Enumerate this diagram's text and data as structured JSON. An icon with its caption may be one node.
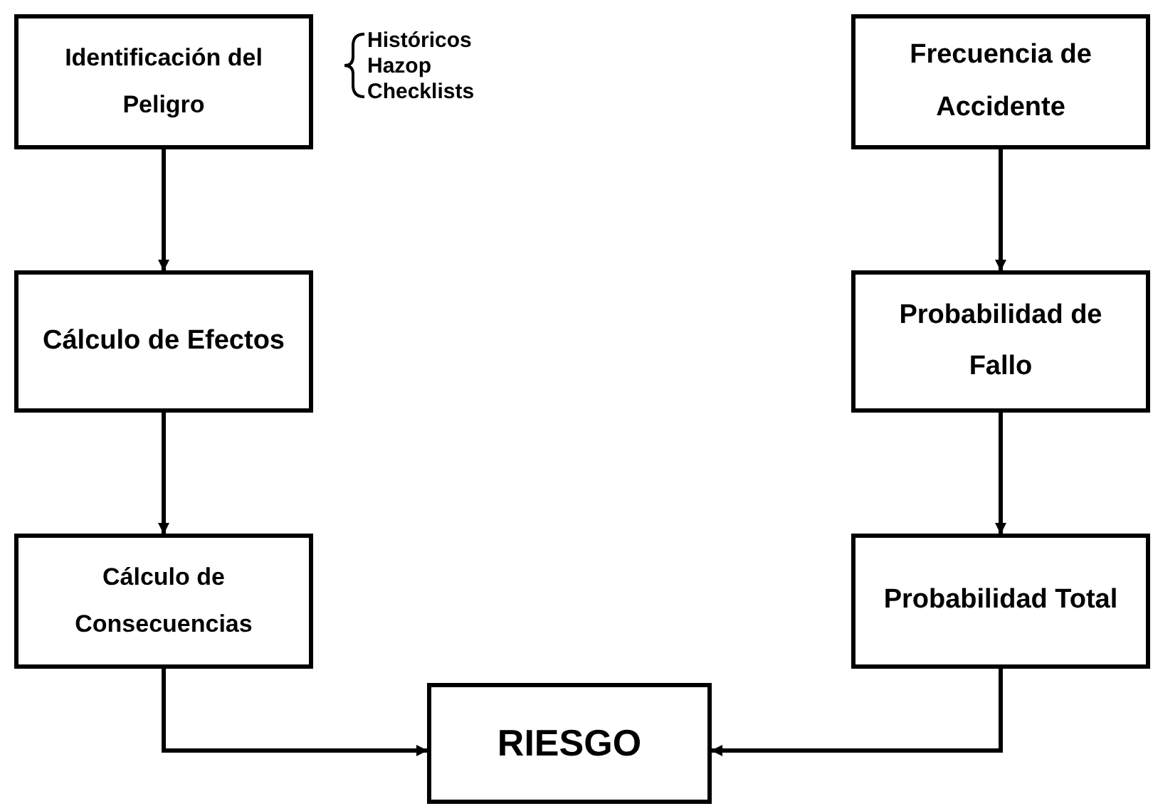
{
  "diagram": {
    "nodes": [
      {
        "text": [
          "Identificación del Peligro"
        ],
        "beside": [
          "Históricos",
          "Hazop",
          "Checklists"
        ]
      },
      {
        "text": [
          "Cálculo de Efectos"
        ]
      },
      {
        "text": [
          "Cálculo de Consecuencias"
        ]
      },
      {
        "text": [
          "Frecuencia de Accidente"
        ]
      },
      {
        "text": [
          "Probabilidad de Fallo"
        ]
      },
      {
        "text": [
          "Probabilidad Total"
        ]
      },
      {
        "text": [
          "RIESGO"
        ]
      }
    ],
    "edges": [
      {
        "from": 0,
        "to": 1,
        "arrow": "to"
      },
      {
        "from": 1,
        "to": 2,
        "arrow": "to"
      },
      {
        "from": 3,
        "to": 4,
        "arrow": "to"
      },
      {
        "from": 4,
        "to": 5,
        "arrow": "to"
      },
      {
        "from": 2,
        "to": 6,
        "arrow": "to"
      },
      {
        "from": 5,
        "to": 6,
        "arrow": "to"
      }
    ]
  }
}
